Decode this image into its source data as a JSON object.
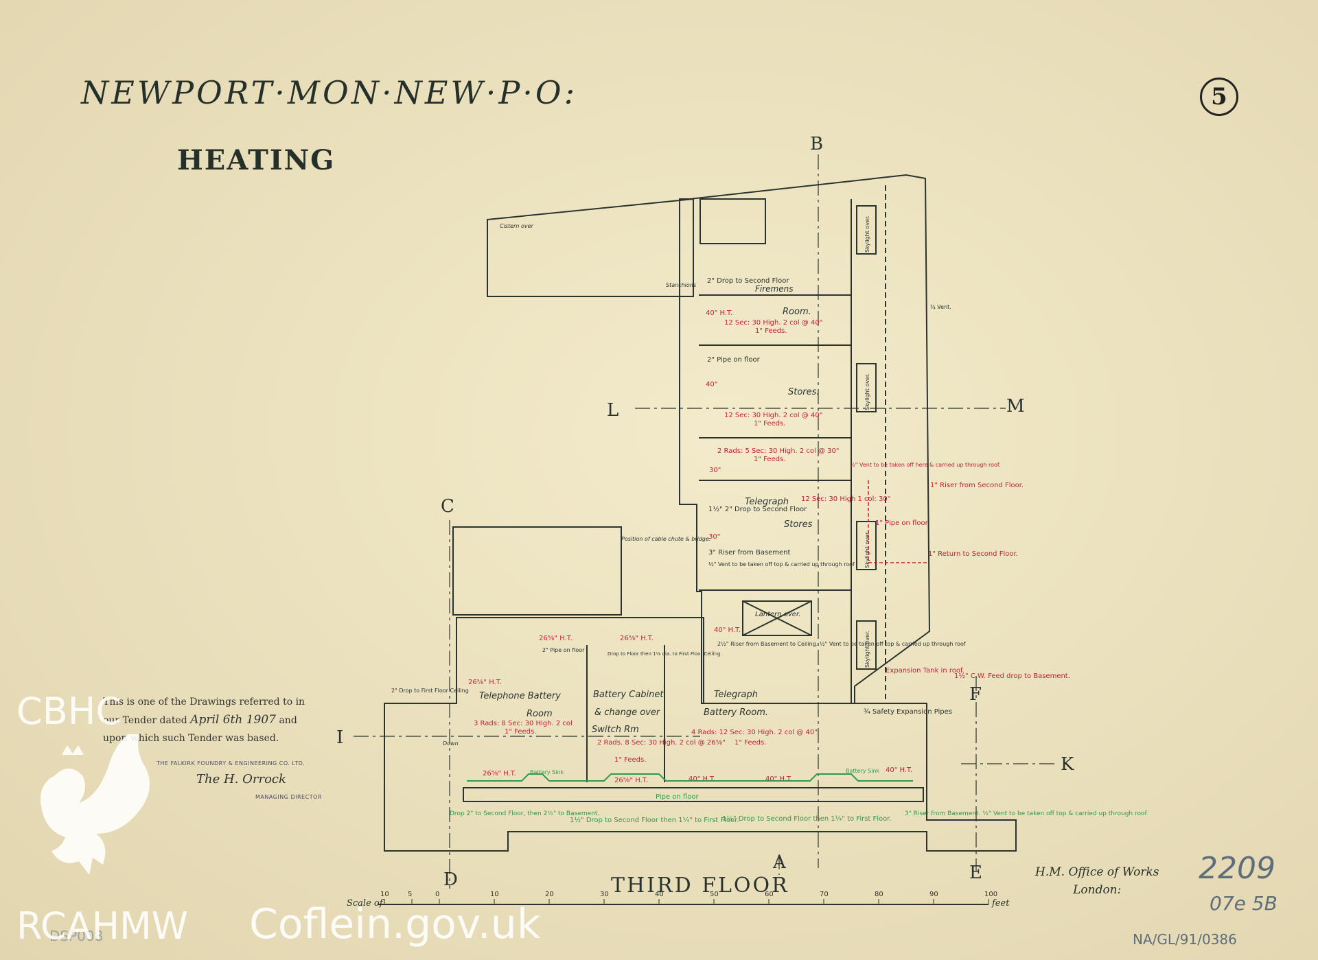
{
  "drawing": {
    "title": "NEWPORT·MON·NEW·P·O:",
    "subtitle": "HEATING",
    "sheet_number": "5",
    "floor_title": "THIRD FLOOR",
    "office_line1": "H.M. Office of Works",
    "office_line2": "London:",
    "scale_label": "Scale of",
    "scale_unit": "feet",
    "scale_ticks": [
      "10",
      "5",
      "0",
      "10",
      "20",
      "30",
      "40",
      "50",
      "60",
      "70",
      "80",
      "90",
      "100"
    ]
  },
  "tender": {
    "line1": "This is one of the Drawings referred to in",
    "line2_prefix": "our Tender dated",
    "line2_date": "April 6th 1907",
    "line2_suffix": "and",
    "line3": "upon which such Tender was based.",
    "stamp_company": "THE FALKIRK FOUNDRY & ENGINEERING CO. LTD.",
    "signature": "The H. Orrock",
    "stamp_role": "MANAGING DIRECTOR"
  },
  "pencil_notes": {
    "ref_number": "2209",
    "ref_sub": "07e 5B",
    "archive_ref": "NA/GL/91/0386",
    "corner_ref": "DSP008"
  },
  "watermark": {
    "left_top": "CBHC",
    "left_bottom": "RCAHMW",
    "site": "Coflein.gov.uk"
  },
  "section_markers": {
    "B": "B",
    "L": "L",
    "M": "M",
    "C": "C",
    "I": "I",
    "K": "K",
    "D": "D",
    "A": "A",
    "E": "E",
    "F": "F"
  },
  "rooms": {
    "firemens": "Firemens",
    "room": "Room.",
    "stores1": "Stores.",
    "telegraph": "Telegraph",
    "stores2": "Stores",
    "lantern": "Lantern over.",
    "telephone_battery": "Telephone  Battery",
    "telephone_room": "Room",
    "battery_cabinet": "Battery  Cabinet",
    "change_over": "& change over",
    "switch_rm": "Switch Rm",
    "telegraph_battery": "Telegraph",
    "battery_room": "Battery    Room.",
    "skylight": "Skylight over.",
    "cistern": "Cistern over",
    "stanchions": "Stanchions",
    "cable_chute": "Position of cable chute & bridge.",
    "down": "Down"
  },
  "heating_notes": {
    "drop_second_floor": "2\" Drop to Second Floor",
    "ht40_a": "40\" H.T.",
    "rad_a": "12 Sec: 30 High. 2 col @ 40\"",
    "feeds_a": "1\" Feeds.",
    "pipe_on_floor_a": "2\" Pipe on floor",
    "ht40_b": "40\"",
    "rad_b": "12 Sec: 30 High. 2 col @ 40\"",
    "feeds_b": "1\" Feeds.",
    "rad_c": "2 Rads: 5 Sec: 30 High. 2 col @ 30\"",
    "feeds_c": "1\" Feeds.",
    "ht30_a": "30\"",
    "drop_second_b": "1½\" 2\" Drop to Second Floor",
    "ht30_b": "30\"",
    "riser_basement_a": "3\" Riser from Basement",
    "vent_roof_a": "½\" Vent to be taken off top & carried up through roof",
    "rad_d": "12 Sec: 30 High 1 col: 30\"",
    "vent_roof_b": "½\" Vent to be taken off here & carried up through roof.",
    "riser_second": "1\" Riser from Second Floor.",
    "pipe_on_floor_b": "1\" Pipe on floor",
    "return_second": "1\" Return to Second Floor.",
    "ht40_c": "40\" H.T.",
    "riser_ceiling": "2½\" Riser from Basement to Ceiling. ½\" Vent to be taken off top & carried up through roof",
    "ht26_a": "26⅝\" H.T.",
    "ht26_b": "26⅝\" H.T.",
    "pipe_on_floor_c": "2\" Pipe on floor",
    "drop_ceiling": "Drop to Floor then 1⅛ dia. to First Floor Ceiling",
    "drop_first_ceiling": "2\" Drop to First Floor Ceiling",
    "ht26_c": "26⅝\" H.T.",
    "rad_e": "3 Rads: 8 Sec: 30 High. 2 col",
    "feeds_e": "1\" Feeds.",
    "rad_f": "2 Rads. 8 Sec: 30 High. 2 col @ 26⅝\"",
    "feeds_f": "1\" Feeds.",
    "rad_g": "4 Rads: 12 Sec: 30 High. 2 col @ 40\"",
    "feeds_g": "1\" Feeds.",
    "expansion_tank": "Expansion Tank in roof.",
    "cw_feed": "1½\" C.W. Feed drop to Basement.",
    "safety_pipes": "¾ Safety Expansion Pipes",
    "ht26_d": "26⅝\" H.T.",
    "ht26_e": "26⅝\" H.T.",
    "ht40_d": "40\" H.T.",
    "ht40_e": "40\" H.T.",
    "ht40_f": "40\" H.T.",
    "battery_sink_a": "Battery Sink",
    "battery_sink_b": "Battery Sink",
    "pipe_on_floor_d": "Pipe on floor",
    "drop_basement": "Drop 2\" to Second Floor, then 2½\" to Basement.",
    "drop_first_a": "1½\" Drop to Second Floor then 1¼\" to First Floor.",
    "drop_first_b": "1½\" Drop to Second Floor then 1¼\" to First Floor.",
    "riser_basement_b": "3\" Riser from Basement. ½\" Vent to be taken off top & carried up through roof",
    "vent": "¾ Vent."
  },
  "colors": {
    "paper": "#ece2be",
    "ink": "#2a3330",
    "red_ink": "#c21f3a",
    "green_ink": "#2e9a4a",
    "pencil": "#5c6e7c"
  }
}
